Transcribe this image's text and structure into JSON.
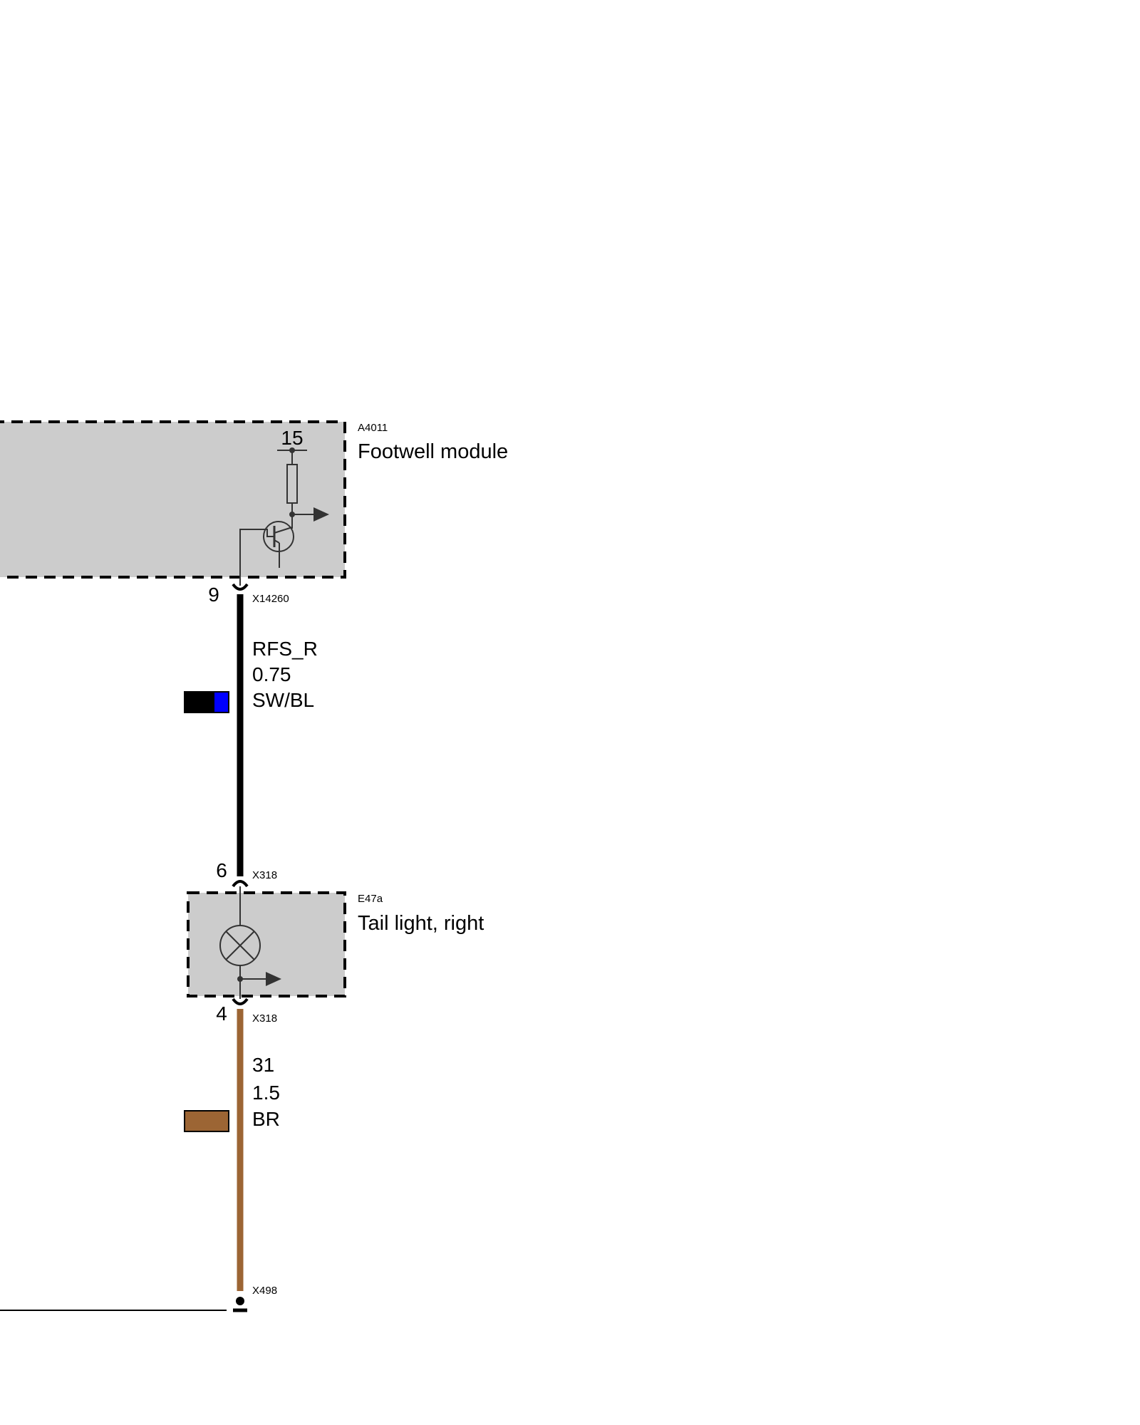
{
  "components": {
    "footwell": {
      "code": "A4011",
      "name": "Footwell module",
      "supply_terminal": "15"
    },
    "tail_light": {
      "code": "E47a",
      "name": "Tail light, right"
    }
  },
  "connectors": {
    "footwell_out": {
      "pin": "9",
      "id": "X14260"
    },
    "tail_in": {
      "pin": "6",
      "id": "X318"
    },
    "tail_out": {
      "pin": "4",
      "id": "X318"
    },
    "ground": {
      "id": "X498"
    }
  },
  "wires": {
    "signal": {
      "name": "RFS_R",
      "gauge": "0.75",
      "color_code": "SW/BL",
      "colors": [
        "#000000",
        "#0000ff"
      ]
    },
    "ground": {
      "name": "31",
      "gauge": "1.5",
      "color_code": "BR",
      "colors": [
        "#9c6534"
      ]
    }
  },
  "style": {
    "module_fill": "#cccccc",
    "line_color": "#000000",
    "symbol_color": "#333333"
  }
}
